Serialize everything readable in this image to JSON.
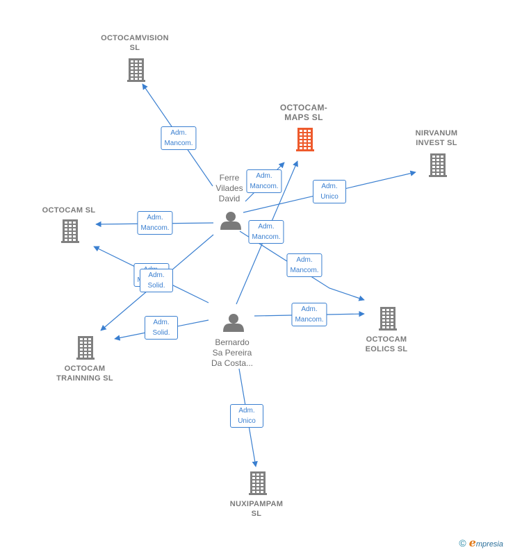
{
  "colors": {
    "edge": "#3a7fd0",
    "company": "#808080",
    "focus_company": "#ee5a2c",
    "person": "#7a7a7a"
  },
  "companies": [
    {
      "id": "octocamvision",
      "label": "OCTOCAMVISION\nSL",
      "focus": false
    },
    {
      "id": "octocam_maps",
      "label": "OCTOCAM-\nMAPS  SL",
      "focus": true
    },
    {
      "id": "nirvanum",
      "label": "NIRVANUM\nINVEST  SL",
      "focus": false
    },
    {
      "id": "octocam",
      "label": "OCTOCAM  SL",
      "focus": false
    },
    {
      "id": "octocam_eolics",
      "label": "OCTOCAM\nEOLICS  SL",
      "focus": false
    },
    {
      "id": "octocam_trainning",
      "label": "OCTOCAM\nTRAINNING  SL",
      "focus": false
    },
    {
      "id": "nuxipampam",
      "label": "NUXIPAMPAM\nSL",
      "focus": false
    }
  ],
  "persons": [
    {
      "id": "ferre",
      "label": "Ferre\nVilades\nDavid"
    },
    {
      "id": "bernardo",
      "label": "Bernardo\nSa Pereira\nDa Costa..."
    }
  ],
  "relations": [
    {
      "id": "r1",
      "label": "Adm.\nMancom."
    },
    {
      "id": "r2",
      "label": "Adm.\nMancom."
    },
    {
      "id": "r3",
      "label": "Adm.\nUnico"
    },
    {
      "id": "r4",
      "label": "Adm.\nMancom."
    },
    {
      "id": "r5",
      "label": "Adm.\nMancom."
    },
    {
      "id": "r6",
      "label": "Adm.\nMancom."
    },
    {
      "id": "r7",
      "label": "Adm.\nMancom."
    },
    {
      "id": "r8",
      "label": "Adm.\nSolid."
    },
    {
      "id": "r9",
      "label": "Adm.\nSolid."
    },
    {
      "id": "r10",
      "label": "Adm.\nMancom."
    },
    {
      "id": "r11",
      "label": "Adm.\nUnico"
    }
  ],
  "footer": {
    "copyright_symbol": "©",
    "brand_initial": "e",
    "brand_rest": "mpresia"
  }
}
